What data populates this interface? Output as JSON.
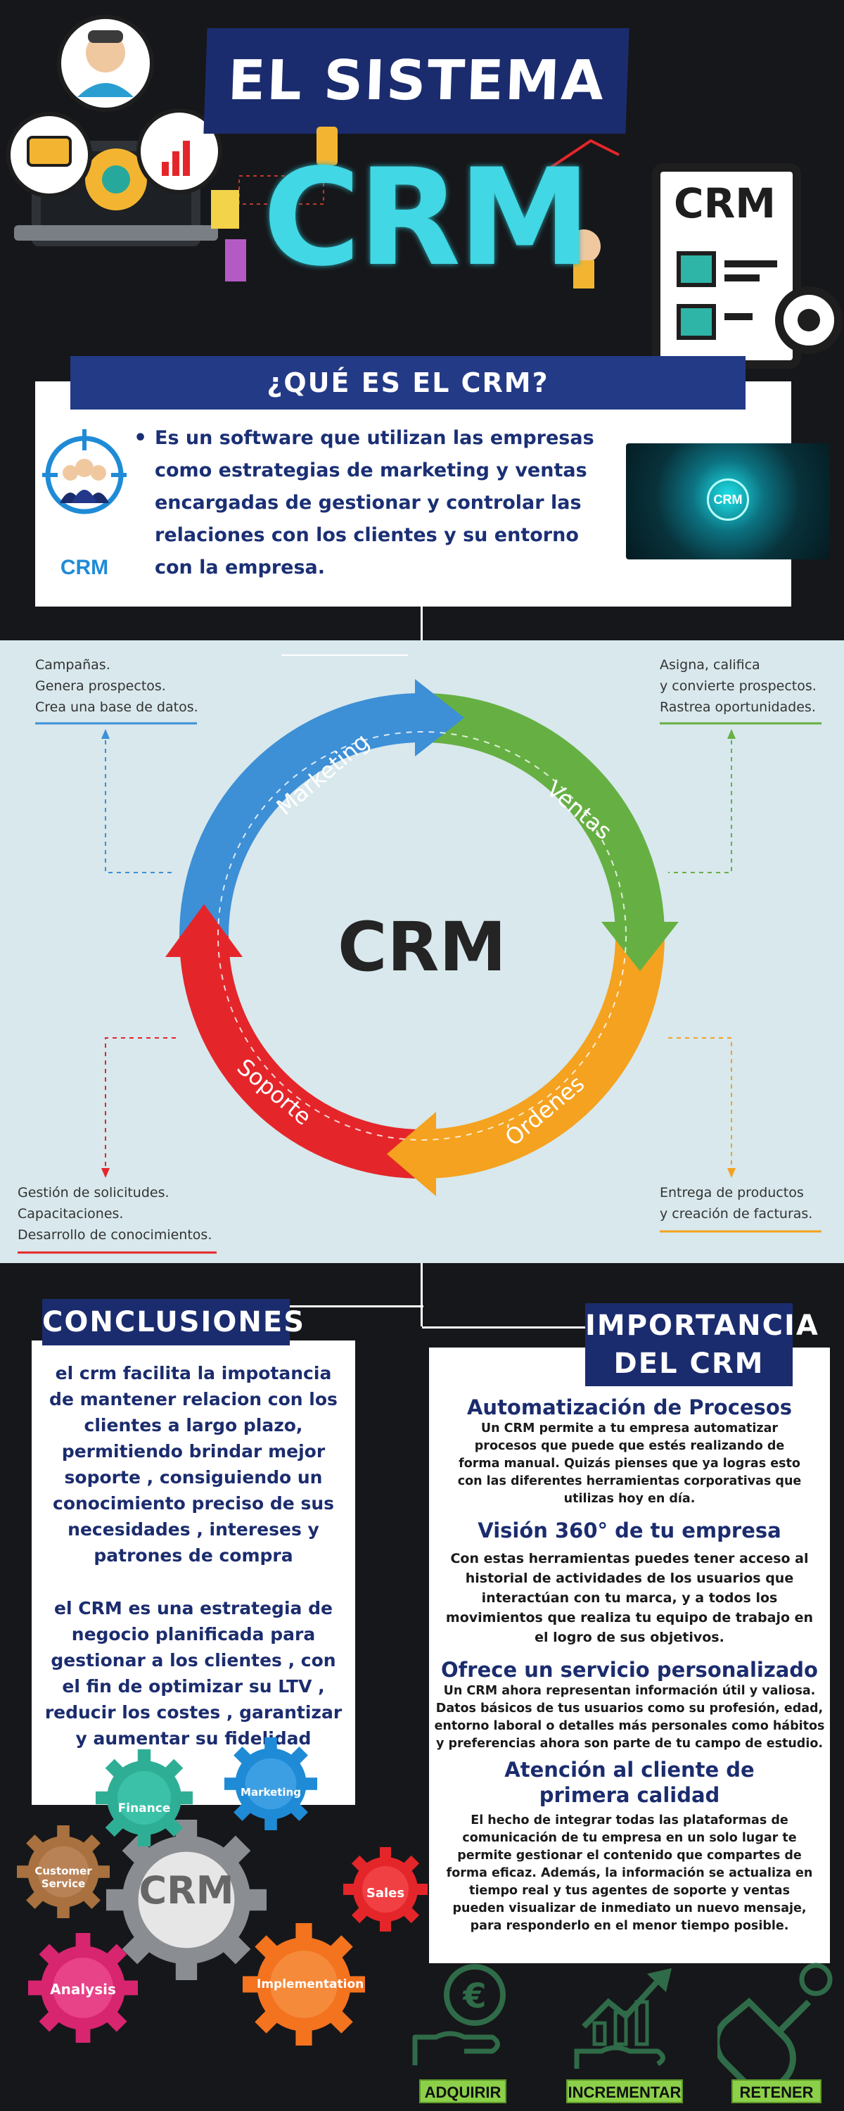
{
  "header": {
    "title": "EL SISTEMA",
    "crm_word": "CRM",
    "sign_label": "CRM"
  },
  "what_is": {
    "heading": "¿QUÉ ES EL CRM?",
    "logo_label": "CRM",
    "bullet": "Es un software que utilizan las empresas como estrategias de marketing y ventas encargadas de gestionar y controlar las relaciones con los clientes y su entorno con la empresa.",
    "photo_label": "CRM"
  },
  "cycle": {
    "center": "CRM",
    "segments": [
      "Marketing",
      "Ventas",
      "Órdenes",
      "Soporte"
    ],
    "notes": {
      "marketing": [
        "Campañas.",
        "Genera prospectos.",
        "Crea una base de datos."
      ],
      "ventas": [
        "Asigna, califica",
        "y convierte prospectos.",
        "Rastrea oportunidades."
      ],
      "soporte": [
        "Gestión de solicitudes.",
        "Capacitaciones.",
        "Desarrollo de conocimientos."
      ],
      "ordenes": [
        "Entrega de productos",
        "y creación de facturas."
      ]
    },
    "colors": {
      "marketing": "#3d8fd6",
      "ventas": "#66b043",
      "ordenes": "#f4a21f",
      "soporte": "#e4262a"
    }
  },
  "conclusions": {
    "heading": "CONCLUSIONES",
    "p1": "el crm facilita la impotancia de mantener relacion con los clientes a largo plazo, permitiendo brindar mejor soporte , consiguiendo un conocimiento preciso de sus necesidades , intereses y patrones de compra",
    "p2": "el CRM es una estrategia de negocio planificada para gestionar a los clientes , con el fin de optimizar su LTV , reducir los costes , garantizar y aumentar su fidelidad",
    "gears": {
      "center": "CRM",
      "finance": "Finance",
      "marketing": "Marketing",
      "customer_service": "Customer Service",
      "sales": "Sales",
      "analysis": "Analysis",
      "implementation": "Implementation"
    }
  },
  "importance": {
    "heading_line1": "IMPORTANCIA",
    "heading_line2": "DEL CRM",
    "sections": [
      {
        "title": "Automatización de Procesos",
        "text": "Un CRM permite a tu empresa automatizar procesos que puede que estés realizando de forma manual. Quizás pienses que ya logras esto con las diferentes herramientas corporativas que utilizas hoy en día."
      },
      {
        "title": "Visión 360° de tu empresa",
        "text": "Con estas herramientas puedes tener acceso al historial de actividades de los usuarios que interactúan con tu marca, y a todos los movimientos que realiza tu equipo de trabajo en el logro de sus objetivos."
      },
      {
        "title": "Ofrece un servicio personalizado",
        "text": "Un CRM ahora representan información útil y valiosa. Datos básicos de tus usuarios como su profesión, edad, entorno laboral o detalles más personales como hábitos y preferencias ahora son parte de tu campo de estudio."
      },
      {
        "title": "Atención al cliente de primera calidad",
        "text": "El hecho de integrar todas las plataformas de comunicación de tu empresa en un solo lugar te permite gestionar el contenido que compartes de forma eficaz. Además, la información se actualiza en tiempo real y tus agentes de soporte y ventas pueden visualizar de inmediato un nuevo mensaje, para responderlo en el menor tiempo posible."
      }
    ]
  },
  "buttons": [
    "ADQUIRIR",
    "INCREMENTAR",
    "RETENER"
  ]
}
